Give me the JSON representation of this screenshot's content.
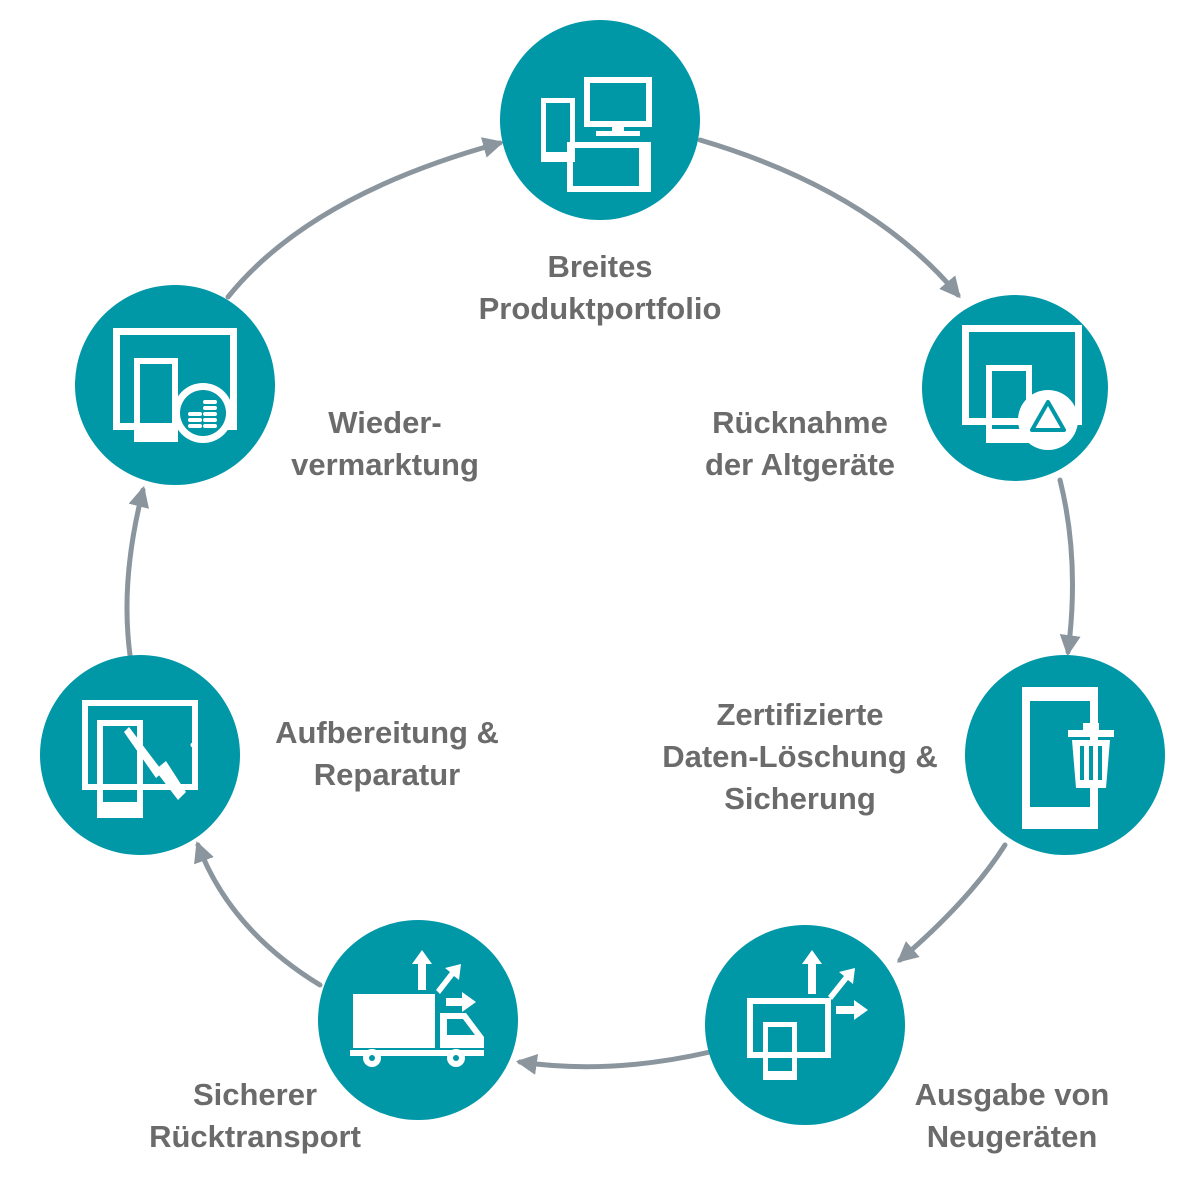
{
  "colors": {
    "node": "#0097a7",
    "arrow": "#8a959e",
    "text": "#6b6b6b",
    "icon": "#ffffff"
  },
  "steps": [
    {
      "icon": "devices-portfolio-icon",
      "lines": [
        "Breites",
        "Produktportfolio"
      ]
    },
    {
      "icon": "tablet-recycle-icon",
      "lines": [
        "Rücknahme",
        "der Altgeräte"
      ]
    },
    {
      "icon": "phone-trash-icon",
      "lines": [
        "Zertifizierte",
        "Daten-Löschung &",
        "Sicherung"
      ]
    },
    {
      "icon": "devices-export-arrows-icon",
      "lines": [
        "Ausgabe von",
        "Neugeräten"
      ]
    },
    {
      "icon": "truck-arrows-icon",
      "lines": [
        "Sicherer",
        "Rücktransport"
      ]
    },
    {
      "icon": "tablet-screwdriver-icon",
      "lines": [
        "Aufbereitung &",
        "Reparatur"
      ]
    },
    {
      "icon": "tablet-coins-icon",
      "lines": [
        "Wieder-",
        "vermarktung"
      ]
    }
  ]
}
